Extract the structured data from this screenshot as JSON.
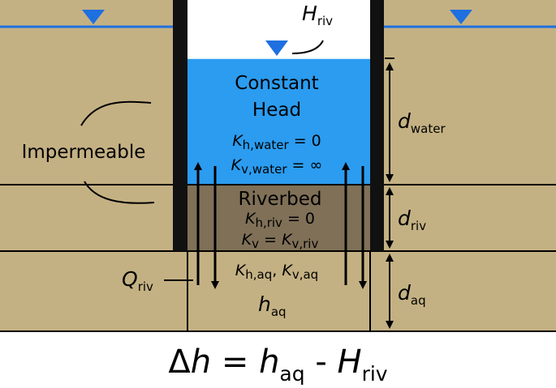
{
  "labels": {
    "h_riv_sym": "H",
    "h_riv_sub": "riv",
    "constant": "Constant",
    "head": "Head",
    "kh_water": {
      "sym": "K",
      "sub": "h,water",
      "rhs": " = 0"
    },
    "kv_water": {
      "sym": "K",
      "sub": "v,water",
      "rhs": " = ∞"
    },
    "impermeable": "Impermeable",
    "riverbed": "Riverbed",
    "kh_riv": {
      "sym": "K",
      "sub": "h,riv",
      "rhs": " = 0"
    },
    "kv_riv": {
      "sym": "K",
      "sub": "v",
      "eq": " = ",
      "sym2": "K",
      "sub2": "v,riv"
    },
    "aq_k": {
      "sym": "K",
      "sub": "h,aq",
      "comma": ", ",
      "sym2": "K",
      "sub2": "v,aq"
    },
    "h_aq_sym": "h",
    "h_aq_sub": "aq",
    "q_riv_sym": "Q",
    "q_riv_sub": "riv",
    "d_water_sym": "d",
    "d_water_sub": "water",
    "d_riv_sym": "d",
    "d_riv_sub": "riv",
    "d_aq_sym": "d",
    "d_aq_sub": "aq"
  },
  "formula": {
    "delta": "Δ",
    "h": "h",
    "eq": " = ",
    "h_aq": "h",
    "h_aq_sub": "aq",
    "minus": " - ",
    "H": "H",
    "H_sub": "riv"
  },
  "colors": {
    "soil": "#C4B183",
    "riverbed": "#7F7057",
    "water": "#2B9CF0",
    "water_line": "#1E6FE0",
    "wall": "#111111"
  }
}
